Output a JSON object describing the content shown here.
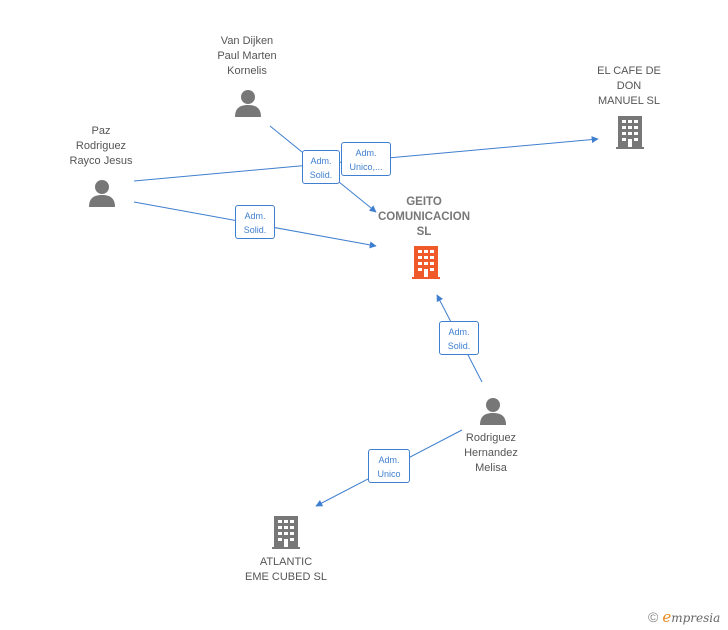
{
  "nodes": {
    "van_dijken": {
      "label": "Van Dijken\nPaul Marten\nKornelis"
    },
    "paz": {
      "label": "Paz\nRodriguez\nRayco Jesus"
    },
    "el_cafe": {
      "label": "EL CAFE DE\nDON\nMANUEL  SL"
    },
    "geito": {
      "label": "GEITO\nCOMUNICACION\nSL"
    },
    "rodriguez": {
      "label": "Rodriguez\nHernandez\nMelisa"
    },
    "atlantic": {
      "label": "ATLANTIC\nEME CUBED  SL"
    }
  },
  "edges": {
    "vd_geito": {
      "label": "Adm.\nSolid."
    },
    "paz_cafe": {
      "label": "Adm.\nUnico,..."
    },
    "paz_geito": {
      "label": "Adm.\nSolid."
    },
    "rod_geito": {
      "label": "Adm.\nSolid."
    },
    "rod_atlantic": {
      "label": "Adm.\nUnico"
    }
  },
  "colors": {
    "edge": "#3f7fd0",
    "person": "#777777",
    "company": "#777777",
    "focus_company": "#f0592a"
  },
  "footer": {
    "copyright_symbol": "©",
    "brand_initial": "e",
    "brand_rest": "mpresia"
  }
}
